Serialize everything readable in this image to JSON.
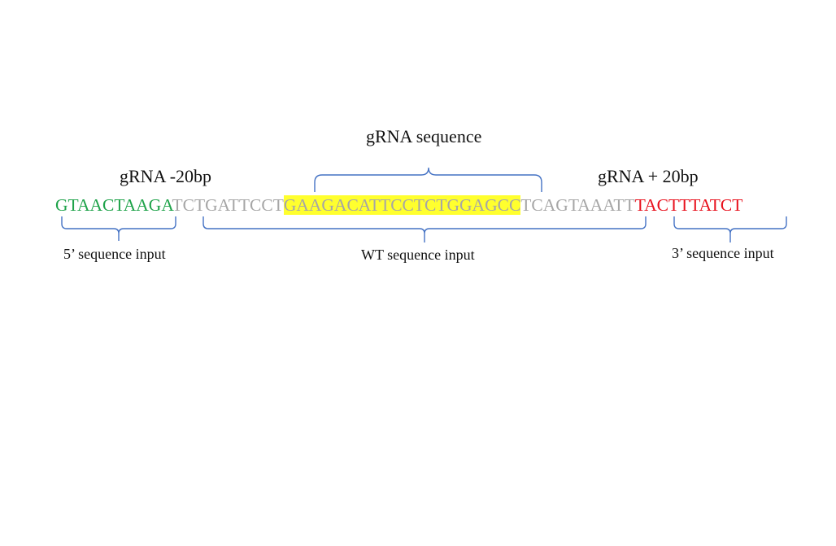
{
  "labels": {
    "grna_sequence": "gRNA sequence",
    "grna_minus": "gRNA -20bp",
    "grna_plus": "gRNA + 20bp",
    "five_prime_input": "5’ sequence input",
    "wt_input": "WT sequence input",
    "three_prime_input": "3’ sequence input"
  },
  "sequence": {
    "five_prime": "GTAACTAAGA",
    "wt_left": "TCTGATTCCT",
    "grna": "GAAGACATTCCTCTGGAGCC",
    "wt_right": "TCAGTAAATT",
    "three_prime": "TACTTTATCT"
  },
  "colors": {
    "five_prime": "#1fa34a",
    "wt": "#a6a6a6",
    "grna_text": "#a6a6a6",
    "grna_highlight": "#ffff2e",
    "three_prime": "#e8111d",
    "bracket": "#4472c4",
    "label_text": "#111111"
  }
}
